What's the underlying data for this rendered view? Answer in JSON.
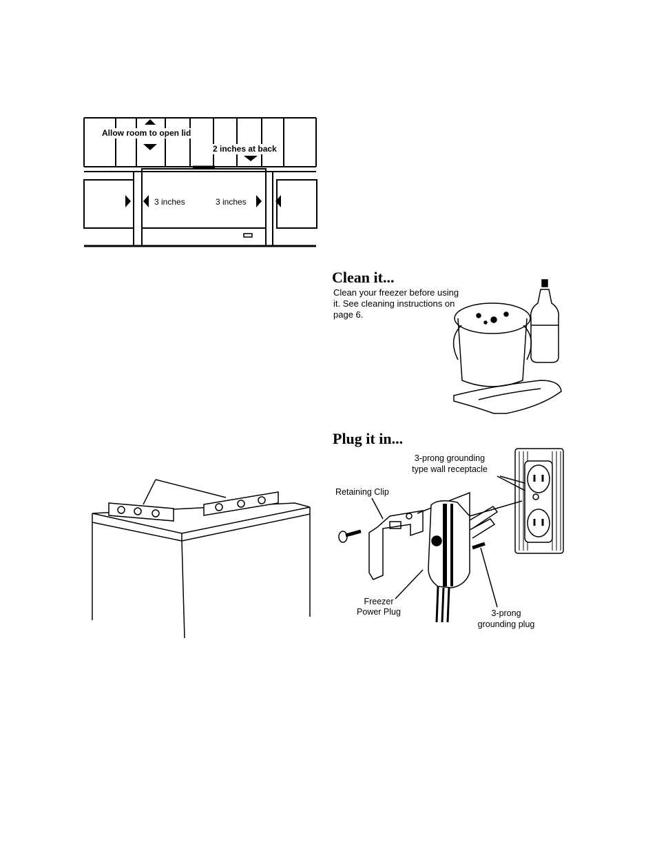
{
  "spacing_figure": {
    "lid_label": "Allow room to open lid",
    "back_label": "2 inches at back",
    "left_label": "3 inches",
    "right_label": "3 inches"
  },
  "clean_section": {
    "heading": "Clean it...",
    "text": "Clean your freezer before using it. See cleaning instructions on page 6."
  },
  "plug_section": {
    "heading": "Plug it in...",
    "receptacle_label_line1": "3-prong grounding",
    "receptacle_label_line2": "type wall receptacle",
    "clip_label": "Retaining Clip",
    "plug_label_line1": "Freezer",
    "plug_label_line2": "Power Plug",
    "ground_label_line1": "3-prong",
    "ground_label_line2": "grounding plug"
  },
  "icons": {
    "spacing": "freezer-spacing-illustration",
    "level": "level-illustration",
    "bucket": "cleaning-bucket-illustration",
    "plug": "plug-and-receptacle-illustration"
  }
}
